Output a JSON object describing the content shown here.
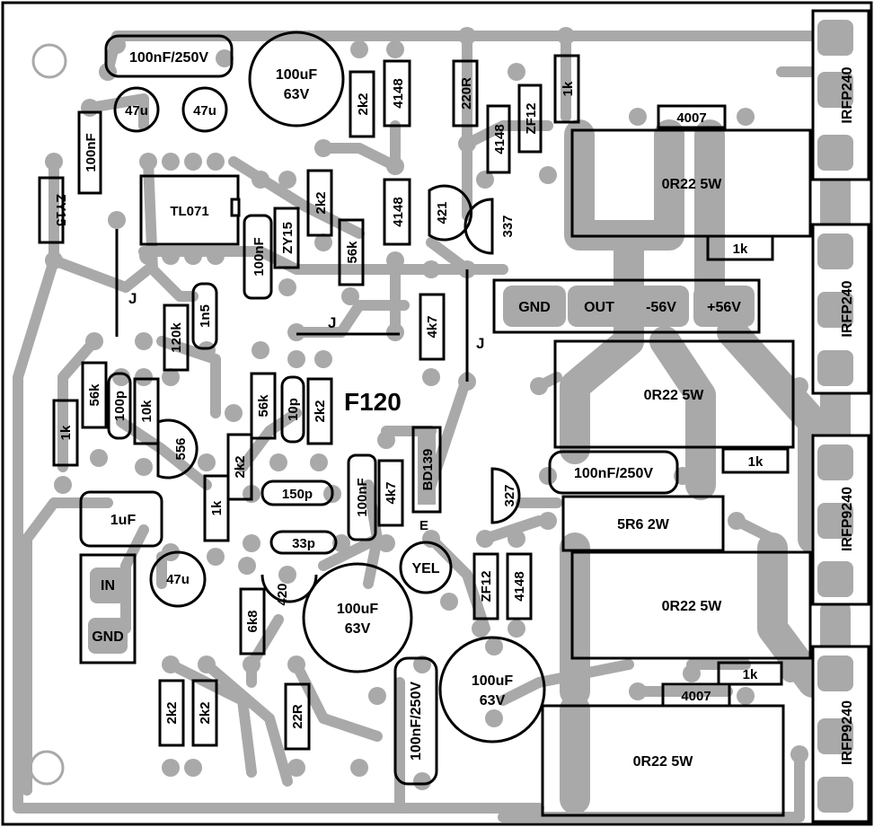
{
  "title": "F120",
  "jumper_label": "J",
  "emitter_label": "E",
  "mounting_hole": "mounting-hole",
  "colors": {
    "trace": "#a9a9a9",
    "outline": "#000000",
    "background": "#ffffff"
  },
  "components": {
    "c_top_film": "100nF/250V",
    "c_top_elec": [
      "100uF",
      "63V"
    ],
    "c_47u_a": "47u",
    "c_47u_b": "47u",
    "r_2k2_top": "2k2",
    "d_4148_a": "4148",
    "r_220r": "220R",
    "r_1k_top": "1k",
    "d_4007_top": "4007",
    "out_irfp240_a": "IRFP240",
    "c_100nf_left": "100nF",
    "z_zy15_left": "ZY15",
    "ic_tl071": "TL071",
    "c_100nf_mid": "100nF",
    "z_zy15_mid": "ZY15",
    "r_2k2_mid": "2k2",
    "r_56k_mid": "56k",
    "d_4148_b": "4148",
    "d_4148_c": "4148",
    "z_zf12_top": "ZF12",
    "q_421": "421",
    "q_337": "337",
    "r_0r22_a": "0R22 5W",
    "r_1k_b": "1k",
    "out_irfp240_b": "IRFP240",
    "c_1n5": "1n5",
    "r_120k": "120k",
    "r_4k7_mid": "4k7",
    "terminals": [
      "GND",
      "OUT",
      "-56V",
      "+56V"
    ],
    "r_0r22_b": "0R22 5W",
    "r_56k_left": "56k",
    "c_100p": "100p",
    "r_10k": "10k",
    "r_1k_left": "1k",
    "q_556": "556",
    "r_56k_b": "56k",
    "c_10p": "10p",
    "r_2k2_c": "2k2",
    "r_2k2_d": "2k2",
    "r_1k_c": "1k",
    "c_150p": "150p",
    "c_33p": "33p",
    "c_100nf_low": "100nF",
    "r_4k7_low": "4k7",
    "q_bd139": "BD139",
    "q_327": "327",
    "c_film_mid": "100nF/250V",
    "r_1k_d": "1k",
    "r_5r6": "5R6 2W",
    "out_irfp9240_a": "IRFP9240",
    "c_1uf": "1uF",
    "input_in": "IN",
    "input_gnd": "GND",
    "c_47u_c": "47u",
    "r_6k8": "6k8",
    "q_420": "420",
    "c_elec_mid": [
      "100uF",
      "63V"
    ],
    "led_yel": "YEL",
    "z_zf12_low": "ZF12",
    "d_4148_low": "4148",
    "r_0r22_c": "0R22 5W",
    "out_irfp9240_b": "IRFP9240",
    "r_1k_e": "1k",
    "d_4007_low": "4007",
    "r_2k2_e": "2k2",
    "r_2k2_f": "2k2",
    "r_22r": "22R",
    "c_film_low": "100nF/250V",
    "c_elec_low": [
      "100uF",
      "63V"
    ],
    "r_0r22_d": "0R22 5W"
  }
}
